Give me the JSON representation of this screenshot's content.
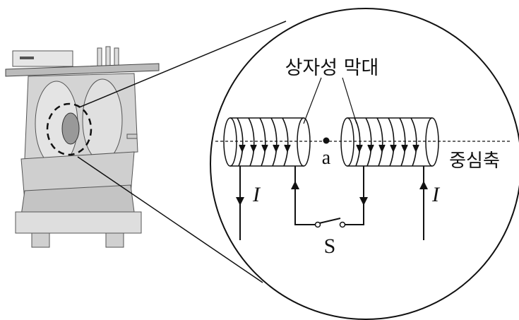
{
  "labels": {
    "paramagnetic_rods": "상자성 막대",
    "point_a": "a",
    "central_axis": "중심축",
    "current_left": "I",
    "current_right": "I",
    "switch": "S"
  }
}
